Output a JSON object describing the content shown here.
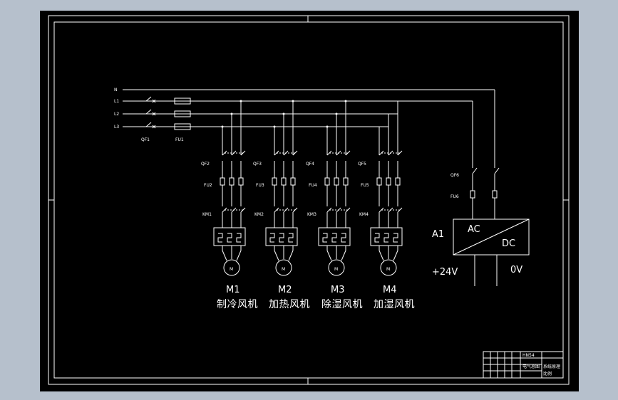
{
  "colors": {
    "background": "#000000",
    "outer": "#b6c0cc",
    "line": "#ffffff"
  },
  "power_lines": [
    "N",
    "L1",
    "L2",
    "L3"
  ],
  "main_breaker": "QF1",
  "main_fuse": "FU1",
  "branches": [
    {
      "breaker": "QF2",
      "fuse": "FU2",
      "contactor": "KM1",
      "motor": "M1",
      "name": "制冷风机"
    },
    {
      "breaker": "QF3",
      "fuse": "FU3",
      "contactor": "KM2",
      "motor": "M2",
      "name": "加热风机"
    },
    {
      "breaker": "QF4",
      "fuse": "FU4",
      "contactor": "KM3",
      "motor": "M3",
      "name": "除湿风机"
    },
    {
      "breaker": "QF5",
      "fuse": "FU5",
      "contactor": "KM4",
      "motor": "M4",
      "name": "加湿风机"
    }
  ],
  "psu": {
    "breaker": "QF6",
    "fuse": "FU6",
    "ref": "A1",
    "ac": "AC",
    "dc": "DC",
    "plus": "+24V",
    "zero": "0V"
  },
  "title_block": {
    "drawing_no": "HN54",
    "sheet": "系统原理",
    "scale": "比例",
    "unit": "电气总图"
  }
}
